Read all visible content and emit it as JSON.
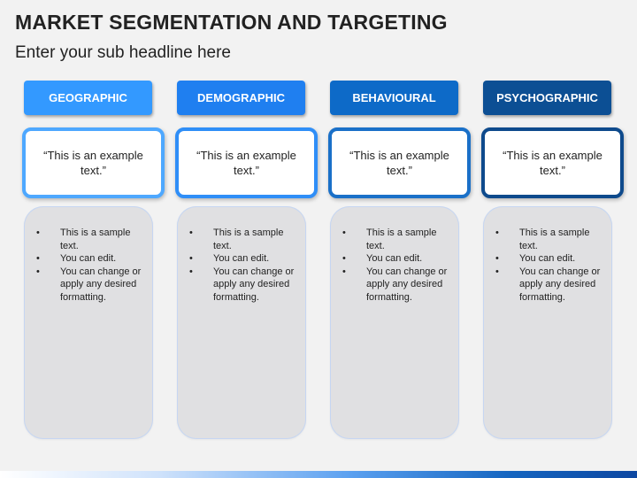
{
  "title": "MARKET SEGMENTATION AND TARGETING",
  "subtitle": "Enter your sub headline here",
  "columns": [
    {
      "header": "GEOGRAPHIC",
      "header_color": "#3399ff",
      "quote_border_color": "#4ea8ff",
      "quote": "“This is an example text.”",
      "bullets": [
        "This is a sample text.",
        "You can edit.",
        "You can change or apply any desired formatting."
      ]
    },
    {
      "header": "DEMOGRAPHIC",
      "header_color": "#1f7ff0",
      "quote_border_color": "#2f8ef7",
      "quote": "“This is an example text.”",
      "bullets": [
        "This is a sample text.",
        "You can edit.",
        "You can change or apply any desired formatting."
      ]
    },
    {
      "header": "BEHAVIOURAL",
      "header_color": "#0d6ac8",
      "quote_border_color": "#1a70c8",
      "quote": "“This is an example text.”",
      "bullets": [
        "This is a sample text.",
        "You can edit.",
        "You can change or apply any desired formatting."
      ]
    },
    {
      "header": "PSYCHOGRAPHIC",
      "header_color": "#0c4f94",
      "quote_border_color": "#0e4a8c",
      "quote": "“This is an example text.”",
      "bullets": [
        "This is a sample text.",
        "You can edit.",
        "You can change or apply any desired formatting."
      ]
    }
  ],
  "bullet_symbol": "•"
}
